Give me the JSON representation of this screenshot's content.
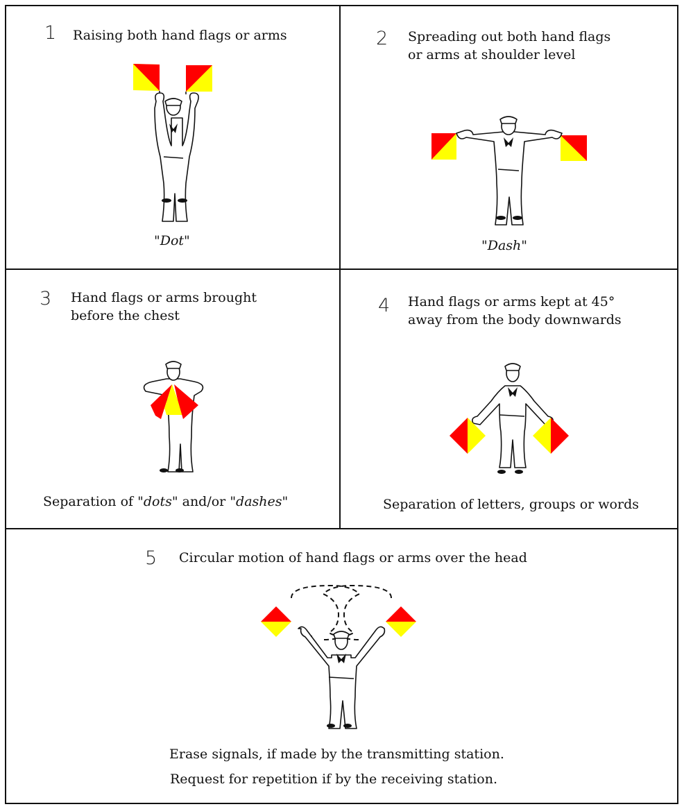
{
  "colors": {
    "flag_red": "#ff0000",
    "flag_yellow": "#ffff00",
    "line": "#111111"
  },
  "panels": [
    {
      "number": "1",
      "description": "Raising both hand flags or arms",
      "caption": "\"Dot\""
    },
    {
      "number": "2",
      "description_lines": [
        "Spreading out both hand flags",
        "or arms at shoulder level"
      ],
      "caption": "\"Dash\""
    },
    {
      "number": "3",
      "description_lines": [
        "Hand flags or arms brought",
        "before the chest"
      ],
      "caption_parts": {
        "pre": "Separation of ",
        "dots": "\"dots\"",
        "mid": " and/or ",
        "dashes": "\"dashes\""
      }
    },
    {
      "number": "4",
      "description_lines": [
        "Hand flags or arms kept at 45°",
        "away from the body downwards"
      ],
      "caption": "Separation of letters, groups or words"
    },
    {
      "number": "5",
      "description": "Circular motion of hand flags or arms over the head",
      "caption_lines": [
        "Erase signals, if made by the transmitting station.",
        "Request for repetition if by the receiving station."
      ]
    }
  ]
}
